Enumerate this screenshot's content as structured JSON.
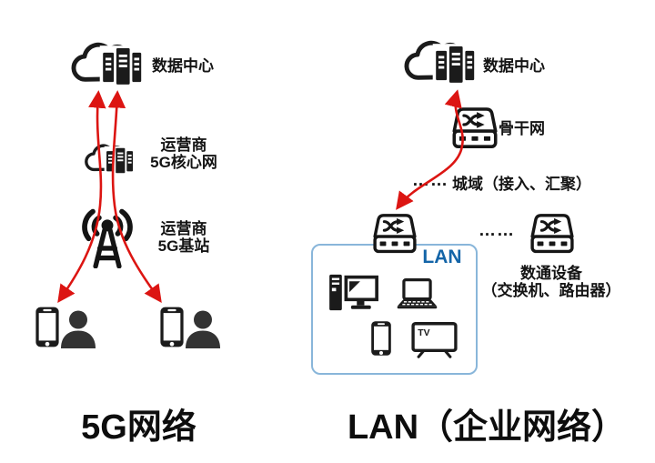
{
  "colors": {
    "accent_red": "#dc1512",
    "icon_black": "#1b1b1b",
    "person_gray": "#333333",
    "lan_text_blue": "#1465a8",
    "lan_box_border": "#89b6da"
  },
  "icons": {
    "datacenter": "cloud-with-server-racks-icon",
    "core_network": "cloud-with-server-racks-icon",
    "base_station": "antenna-tower-icon",
    "switch": "network-switch-shuffle-icon",
    "user": "person-icon",
    "phone": "smartphone-icon",
    "desktop": "desktop-computer-icon",
    "laptop": "laptop-icon",
    "tv": "television-icon"
  },
  "left": {
    "datacenter_label": "数据中心",
    "core_label_line1": "运营商",
    "core_label_line2": "5G核心网",
    "bts_label_line1": "运营商",
    "bts_label_line2": "5G基站",
    "title": "5G网络"
  },
  "right": {
    "datacenter_label": "数据中心",
    "backbone_label": "骨干网",
    "metro_dots": "……",
    "metro_label": "城域（接入、汇聚）",
    "mid_dots": "……",
    "device_label_line1": "数通设备",
    "device_label_line2": "（交换机、路由器）",
    "lan_label": "LAN",
    "tv_label": "TV",
    "title": "LAN（企业网络）"
  }
}
